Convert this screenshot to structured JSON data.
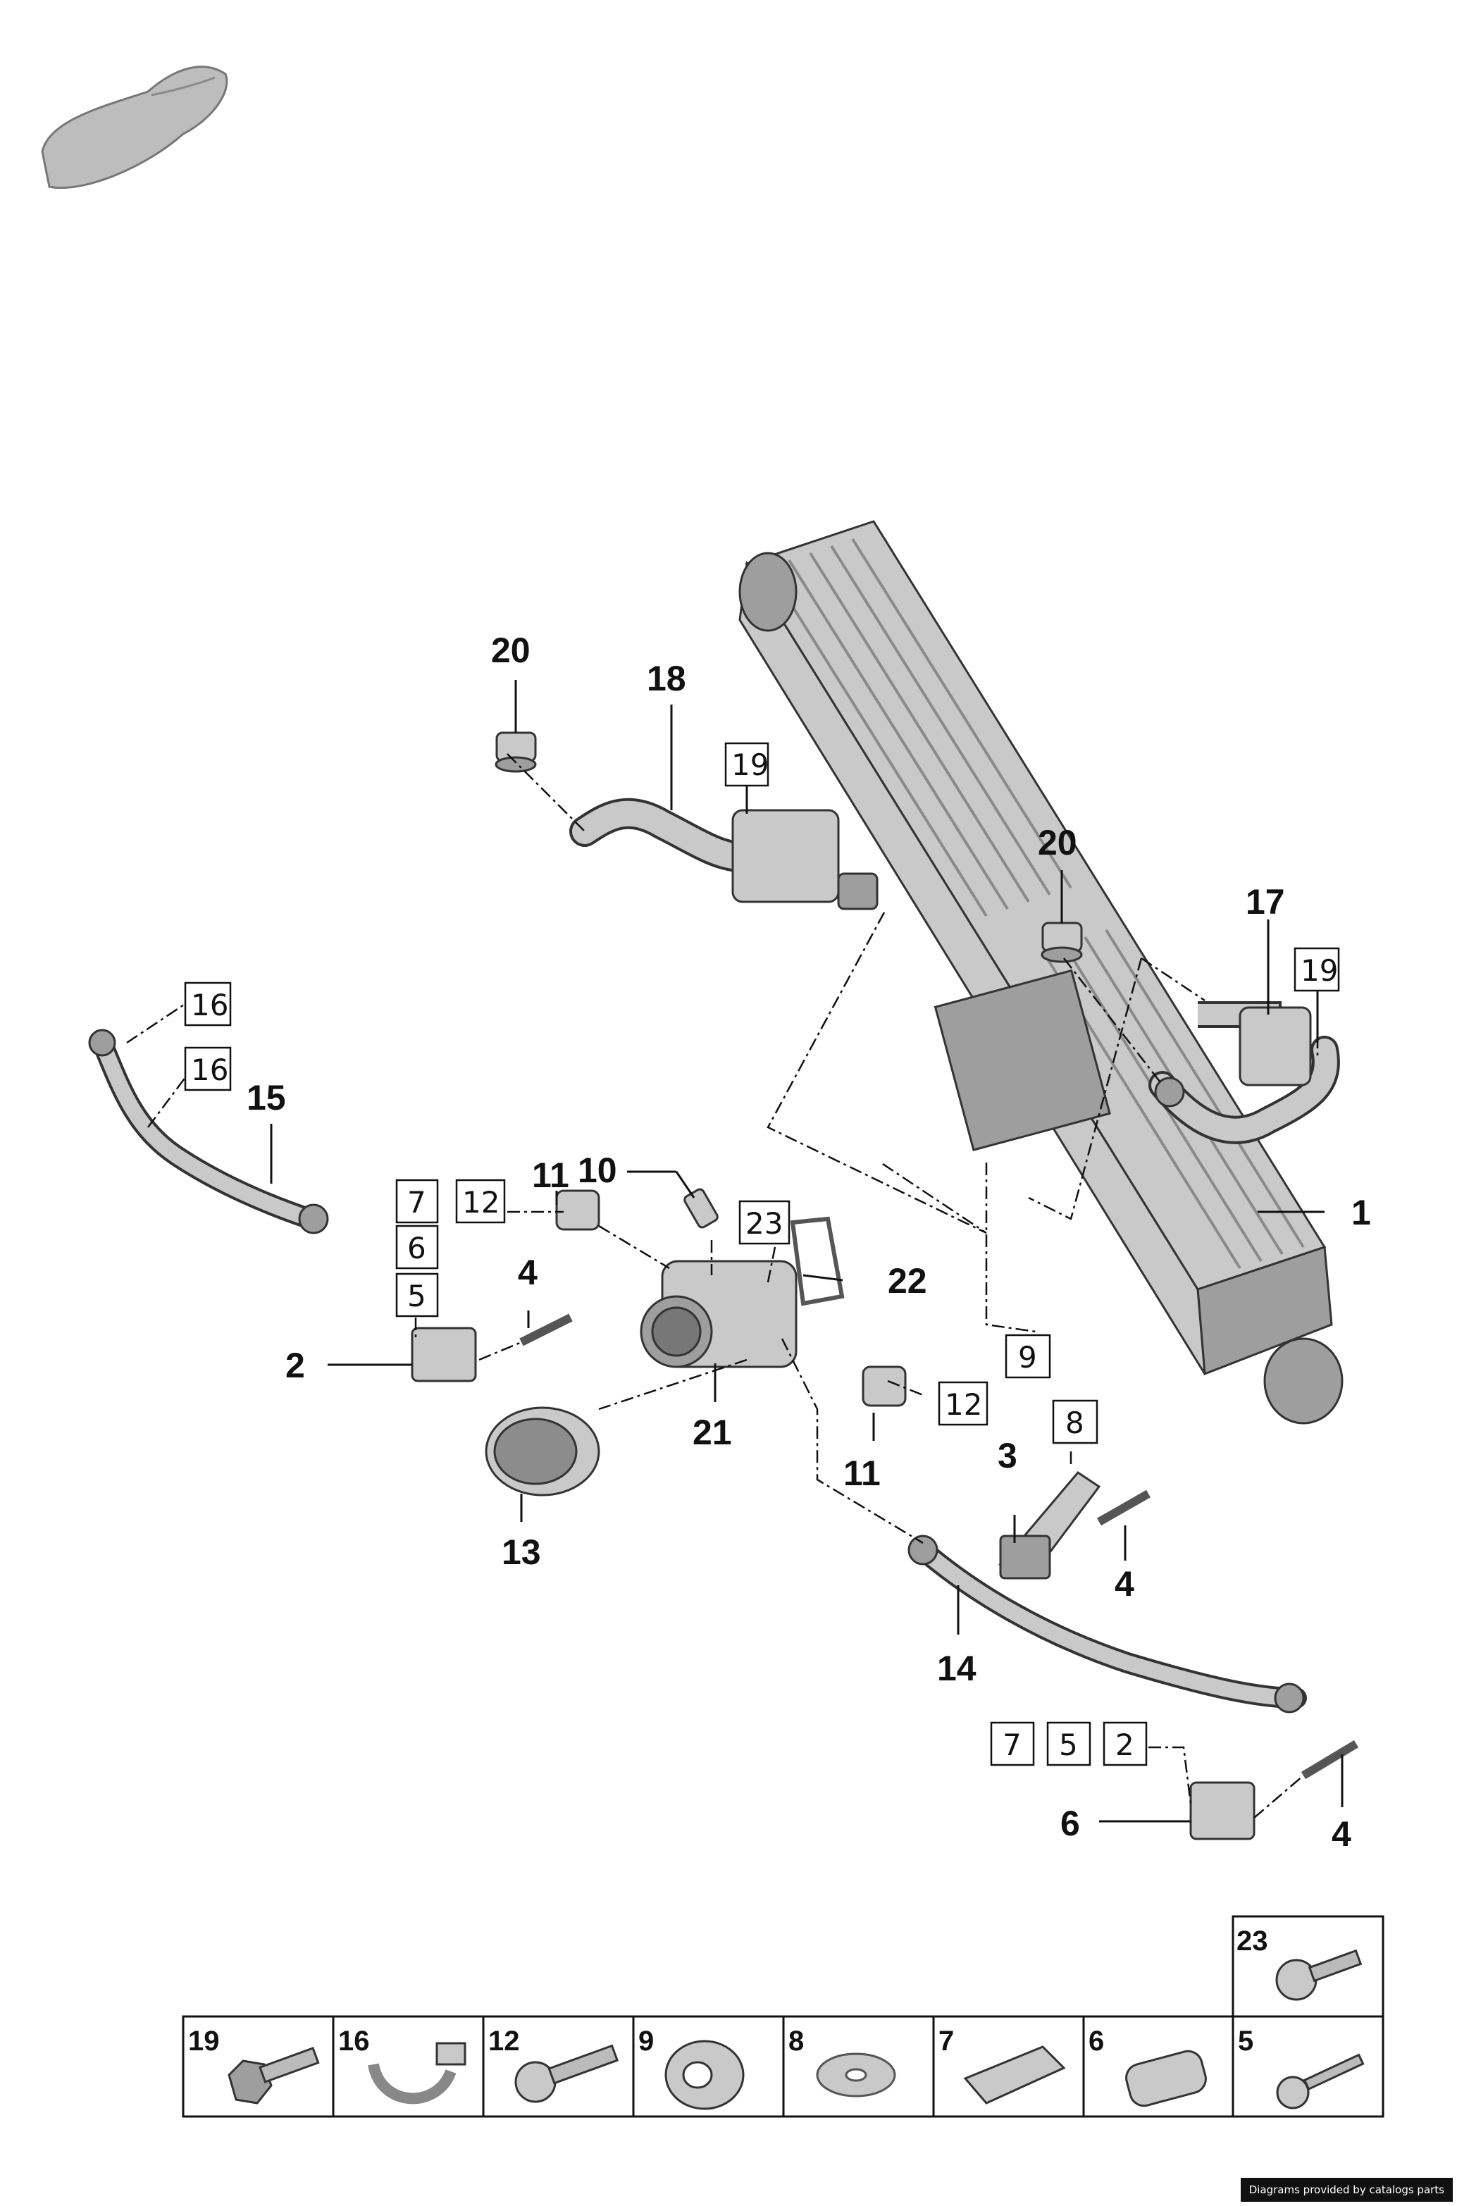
{
  "credit": "Diagrams provided by catalogs parts",
  "callouts": [
    "20",
    "18",
    "19",
    "20",
    "17",
    "19",
    "16",
    "16",
    "15",
    "11",
    "10",
    "12",
    "7",
    "6",
    "5",
    "4",
    "2",
    "23",
    "22",
    "1",
    "9",
    "21",
    "13",
    "12",
    "11",
    "8",
    "3",
    "4",
    "14",
    "7",
    "6",
    "5",
    "2",
    "4"
  ],
  "parts_table": {
    "top_cell": "23",
    "cells": [
      "19",
      "16",
      "12",
      "9",
      "8",
      "7",
      "6",
      "5"
    ]
  }
}
